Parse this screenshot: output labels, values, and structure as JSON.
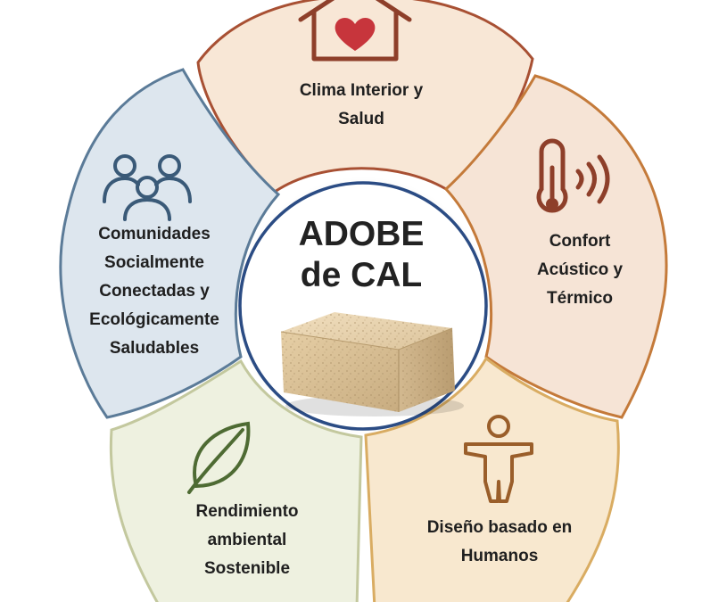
{
  "center": {
    "title_line1": "ADOBE",
    "title_line2": "de CAL",
    "image_icon": "lime-adobe-brick"
  },
  "petals": [
    {
      "id": "clima",
      "icon": "house-heart-icon",
      "lines": [
        "Clima Interior y",
        "Salud"
      ],
      "fill": "#f8e7d6",
      "stroke": "#a85033",
      "icon_color": "#8e3f2a",
      "accent": "#c7353c"
    },
    {
      "id": "confort",
      "icon": "thermometer-sound-icon",
      "lines": [
        "Confort",
        "Acústico y",
        "Térmico"
      ],
      "fill": "#f6e4d6",
      "stroke": "#c47a3a",
      "icon_color": "#8e3f2a"
    },
    {
      "id": "diseno",
      "icon": "human-figure-icon",
      "lines": [
        "Diseño basado en",
        "Humanos"
      ],
      "fill": "#f8e8cf",
      "stroke": "#d9ac62",
      "icon_color": "#9a5e2a"
    },
    {
      "id": "rendimiento",
      "icon": "leaf-icon",
      "lines": [
        "Rendimiento",
        "ambiental",
        "Sostenible"
      ],
      "fill": "#eef1e0",
      "stroke": "#c3c89e",
      "icon_color": "#4e6b33"
    },
    {
      "id": "comunidades",
      "icon": "community-people-icon",
      "lines": [
        "Comunidades",
        "Socialmente",
        "Conectadas y",
        "Ecológicamente",
        "Saludables"
      ],
      "fill": "#dde6ee",
      "stroke": "#5b7b98",
      "icon_color": "#3a5a78"
    }
  ],
  "colors": {
    "center_circle_border": "#2b4c84",
    "divider": "#ffffff"
  }
}
